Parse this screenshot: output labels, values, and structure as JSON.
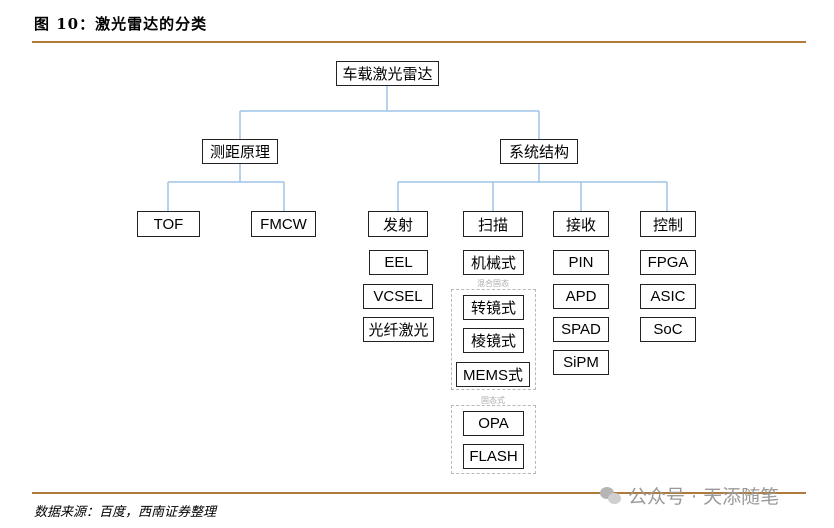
{
  "figure_title": "图 10：激光雷达的分类",
  "root": "车载激光雷达",
  "principle": {
    "label": "测距原理",
    "children": [
      "TOF",
      "FMCW"
    ]
  },
  "structure": {
    "label": "系统结构",
    "categories": [
      {
        "label": "发射",
        "items": [
          "EEL",
          "VCSEL",
          "光纤激光"
        ]
      },
      {
        "label": "扫描",
        "items": [
          "机械式",
          "转镜式",
          "棱镜式",
          "MEMS式",
          "OPA",
          "FLASH"
        ]
      },
      {
        "label": "接收",
        "items": [
          "PIN",
          "APD",
          "SPAD",
          "SiPM"
        ]
      },
      {
        "label": "控制",
        "items": [
          "FPGA",
          "ASIC",
          "SoC"
        ]
      }
    ]
  },
  "groups": {
    "hybrid": "混合固态",
    "solid": "固态式"
  },
  "source": "数据来源：百度，西南证券整理",
  "watermark": "公众号 · 天添随笔",
  "colors": {
    "connector": "#9ec3e6",
    "rule": "#b07a3a"
  }
}
